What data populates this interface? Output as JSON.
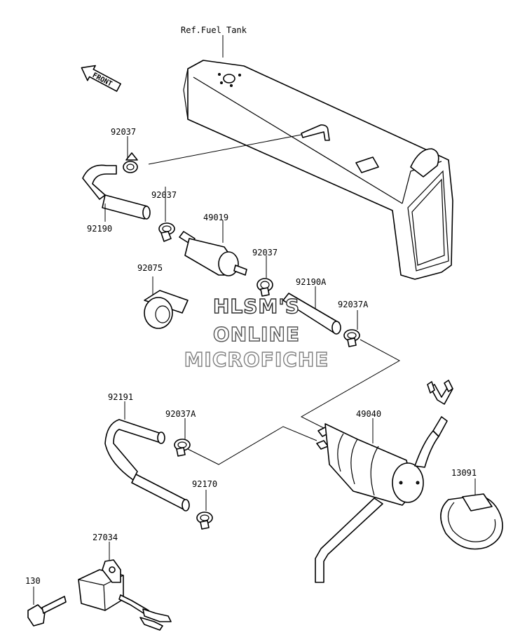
{
  "header": {
    "ref_label": "Ref.Fuel Tank"
  },
  "front_arrow": {
    "label": "FRONT"
  },
  "parts": {
    "clamp_top": "92037",
    "hose_top": "92190",
    "clamp_mid": "92037",
    "filter": "49019",
    "clamp_after_filter": "92037",
    "hose_a": "92190A",
    "clamp_a": "92037A",
    "grommet": "92075",
    "hose_lower": "92191",
    "clamp_a_lower": "92037A",
    "clamp_lower": "92170",
    "pump": "49040",
    "band": "13091",
    "relay": "27034",
    "bolt": "130"
  },
  "watermark": {
    "line1": "HLSM'S",
    "line2": "ONLINE",
    "line3": "MICROFICHE",
    "colors": {
      "line1": "#2b2b2b",
      "line2": "#555555",
      "line3": "#808080"
    }
  }
}
